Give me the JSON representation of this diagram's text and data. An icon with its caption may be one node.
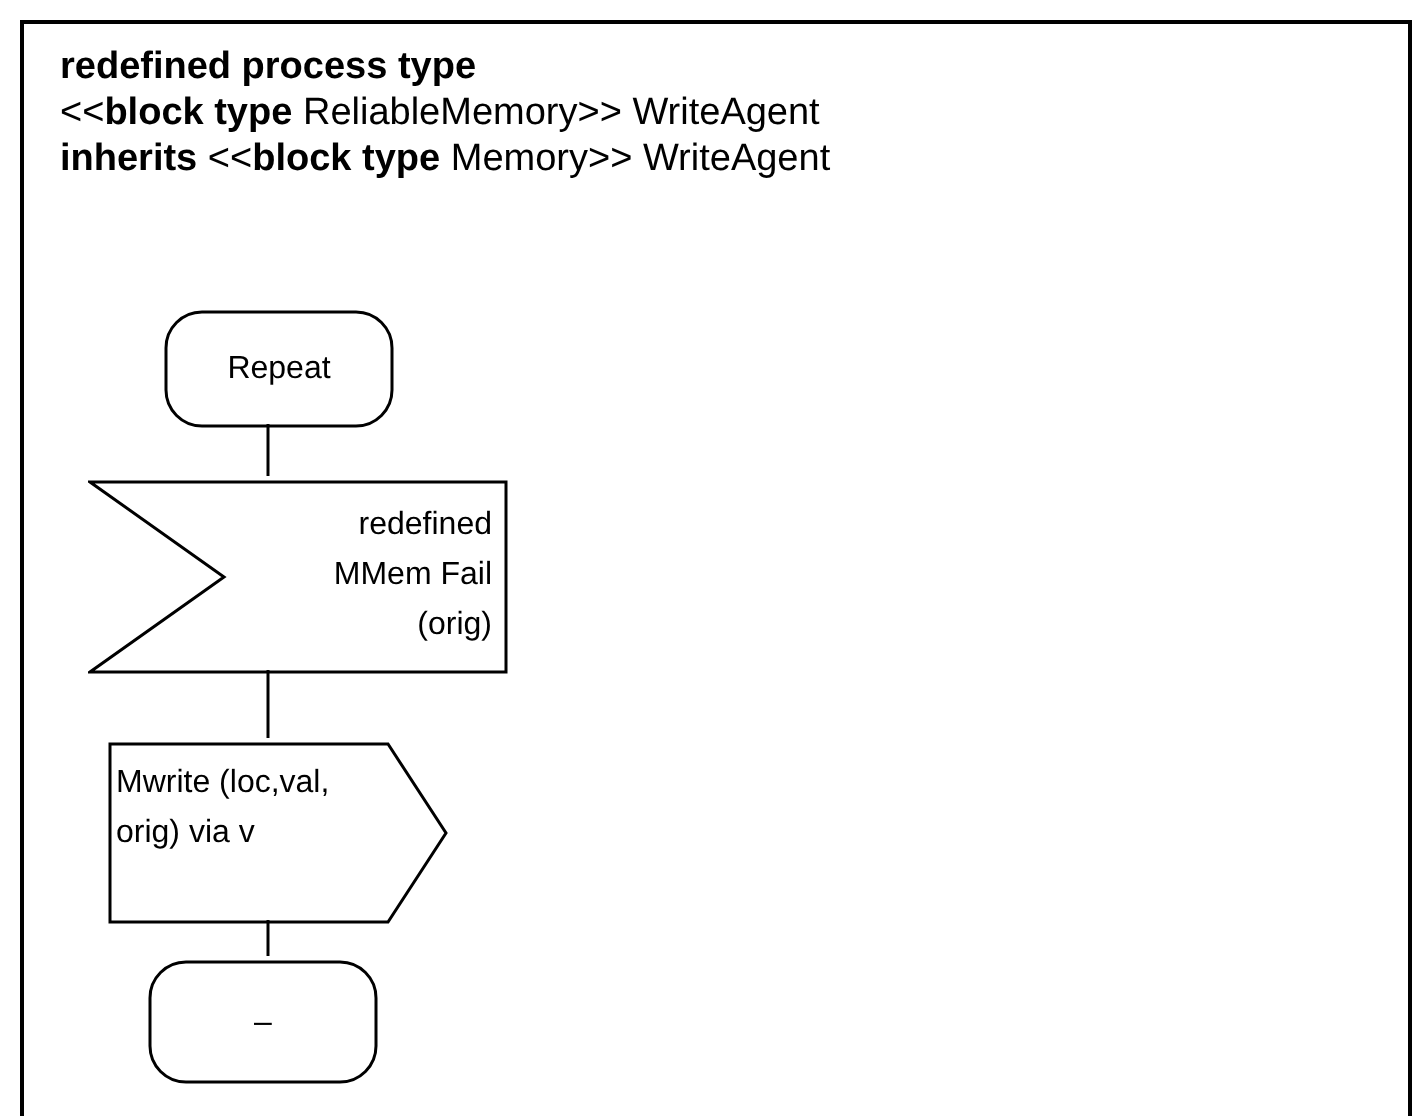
{
  "diagram": {
    "nodes": [
      {
        "text": [
          "redefined process type",
          "<<**block type** ReliableMemory>> WriteAgent",
          "**inherits** <<**block type** Memory>> WriteAgent"
        ]
      },
      {
        "text": [
          "Repeat"
        ],
        "in": 0
      },
      {
        "text": [
          "redefined MMem Fail (orig)"
        ],
        "in": 0
      },
      {
        "text": [
          "Mwrite (loc,val, orig) via v"
        ],
        "in": 0
      },
      {
        "text": [
          "–"
        ],
        "in": 0
      }
    ],
    "edges": [
      {
        "from": 1,
        "to": 2,
        "arrow": "none"
      },
      {
        "from": 2,
        "to": 3,
        "arrow": "none"
      },
      {
        "from": 3,
        "to": 4,
        "arrow": "none"
      }
    ]
  }
}
